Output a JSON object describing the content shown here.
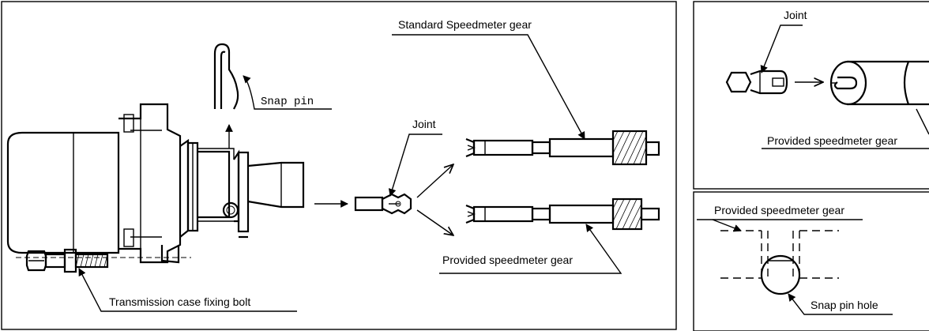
{
  "main_panel": {
    "labels": {
      "standard_gear": "Standard Speedmeter gear",
      "snap_pin": "Snap pin",
      "joint": "Joint",
      "provided_gear": "Provided speedmeter gear",
      "fixing_bolt": "Transmission case fixing bolt"
    }
  },
  "top_right_panel": {
    "labels": {
      "joint": "Joint",
      "provided_gear": "Provided speedmeter gear"
    }
  },
  "bottom_right_panel": {
    "labels": {
      "provided_gear": "Provided speedmeter gear",
      "snap_pin_hole": "Snap pin hole"
    }
  }
}
